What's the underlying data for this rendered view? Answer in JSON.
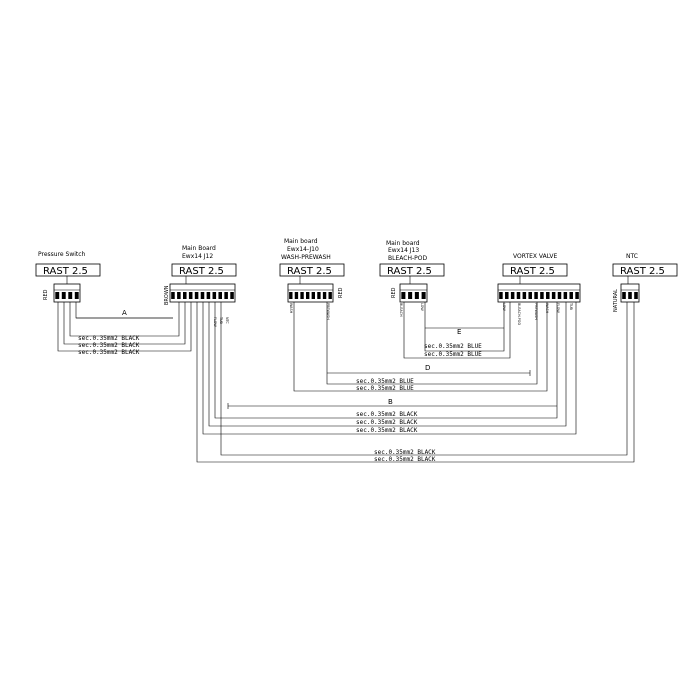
{
  "connectors": {
    "pressure_switch": {
      "title": "Pressure Switch",
      "rast": "RAST 2.5",
      "side": "RED"
    },
    "main_j12": {
      "title1": "Main Board",
      "title2": "Ewx14 J12",
      "rast": "RAST 2.5",
      "side": "BROWN",
      "pins": [
        "FLOW",
        "TUB",
        "NTC"
      ]
    },
    "main_j10": {
      "title1": "Main board",
      "title2": "Ewx14-J10",
      "title3": "WASH-PREWASH",
      "rast": "RAST 2.5",
      "side": "RED",
      "pins": [
        "WASH",
        "PREWASH"
      ]
    },
    "main_j13": {
      "title1": "Main board",
      "title2": "Ewx14 J13",
      "title3": "BLEACH-POD",
      "rast": "RAST 2.5",
      "side": "RED",
      "pins": [
        "BLEACH",
        "LOW"
      ]
    },
    "vortex": {
      "title": "VORTEX VALVE",
      "rast": "RAST 2.5",
      "pins": [
        "LOW",
        "BLEACH-POD",
        "PREWASH",
        "WASH",
        "FLOW",
        "TUB"
      ]
    },
    "ntc": {
      "title": "NTC",
      "rast": "RAST 2.5",
      "side": "NATURAL"
    }
  },
  "dimensions": {
    "a": "A",
    "b": "B",
    "d": "D",
    "e": "E"
  },
  "wires": {
    "a1": "sec.0.35mm2 BLACK",
    "a2": "sec.0.35mm2 BLACK",
    "a3": "sec.0.35mm2 BLACK",
    "e1": "sec.0.35mm2 BLUE",
    "e2": "sec.0.35mm2 BLUE",
    "d1": "sec.0.35mm2 BLUE",
    "d2": "sec.0.35mm2 BLUE",
    "b1": "sec.0.35mm2 BLACK",
    "b2": "sec.0.35mm2 BLACK",
    "b3": "sec.0.35mm2 BLACK",
    "n1": "sec.0.35mm2 BLACK",
    "n2": "sec.0.35mm2 BLACK"
  }
}
